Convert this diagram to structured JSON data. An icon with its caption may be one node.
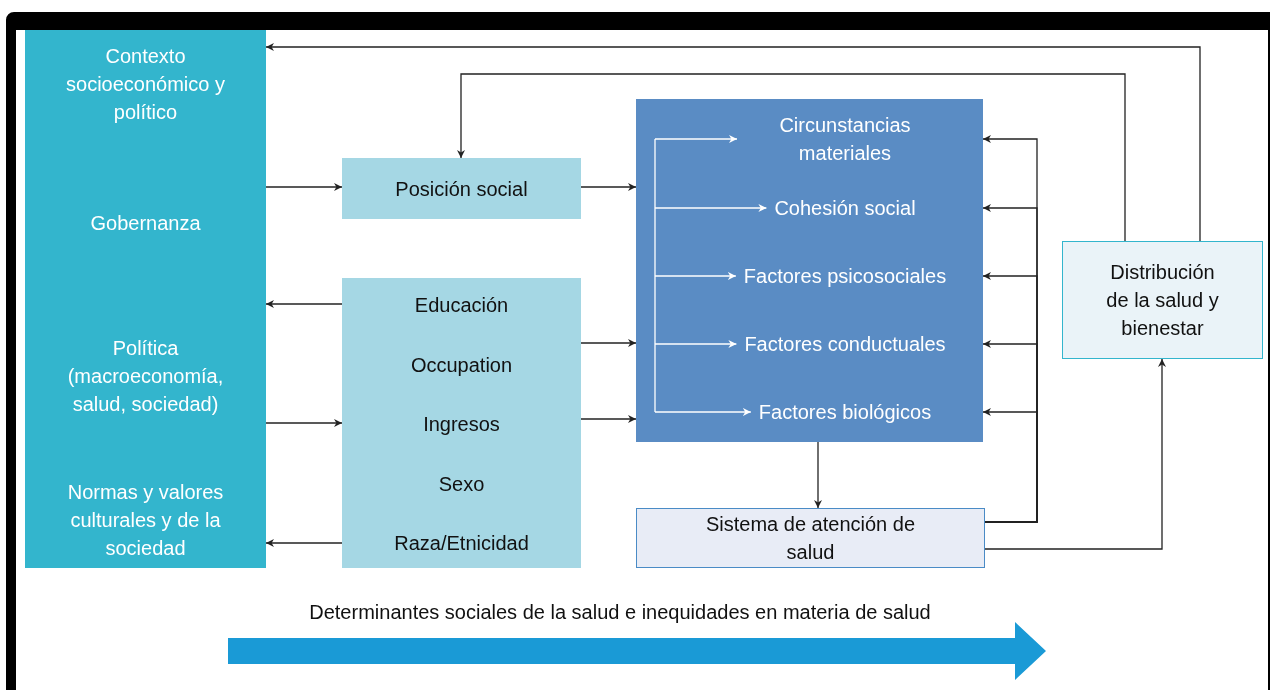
{
  "diagram": {
    "nodes": [
      {
        "text": [
          "Contexto socioeconómico y político",
          "Gobernanza",
          "Política (macroeconomía, salud, sociedad)",
          "Normas y valores culturales y de la sociedad"
        ]
      },
      {
        "text": [
          "Posición social"
        ]
      },
      {
        "text": [
          "Educación",
          "Occupation",
          "Ingresos",
          "Sexo",
          "Raza/Etnicidad"
        ]
      },
      {
        "text": [],
        "shape": "box"
      },
      {
        "text": [
          "Circunstancias materiales"
        ],
        "in": 3
      },
      {
        "text": [
          "Cohesión social"
        ],
        "in": 3
      },
      {
        "text": [
          "Factores psicosociales"
        ],
        "in": 3
      },
      {
        "text": [
          "Factores conductuales"
        ],
        "in": 3
      },
      {
        "text": [
          "Factores biológicos"
        ],
        "in": 3
      },
      {
        "text": [
          "Sistema de atención de salud"
        ]
      },
      {
        "text": [
          "Distribución de la salud y bienestar"
        ]
      }
    ],
    "edges": [
      {
        "from": 0,
        "to": 1,
        "arrow": "to"
      },
      {
        "from": 2,
        "to": 0,
        "arrow": "to"
      },
      {
        "from": 0,
        "to": 2,
        "arrow": "to"
      },
      {
        "from": 2,
        "to": 0,
        "arrow": "to"
      },
      {
        "from": 1,
        "to": 3,
        "arrow": "to"
      },
      {
        "from": 2,
        "to": 3,
        "arrow": "to"
      },
      {
        "from": 2,
        "to": 3,
        "arrow": "to"
      },
      {
        "from": null,
        "to": 4,
        "arrow": "to",
        "color": "#ffffff"
      },
      {
        "from": null,
        "to": 5,
        "arrow": "to",
        "color": "#ffffff"
      },
      {
        "from": null,
        "to": 6,
        "arrow": "to",
        "color": "#ffffff"
      },
      {
        "from": null,
        "to": 7,
        "arrow": "to",
        "color": "#ffffff"
      },
      {
        "from": null,
        "to": 8,
        "arrow": "to",
        "color": "#ffffff"
      },
      {
        "from": 3,
        "to": 9,
        "arrow": "to"
      },
      {
        "from": 9,
        "to": 4,
        "arrow": "to"
      },
      {
        "from": 9,
        "to": 5,
        "arrow": "to"
      },
      {
        "from": 9,
        "to": 6,
        "arrow": "to"
      },
      {
        "from": 9,
        "to": 7,
        "arrow": "to"
      },
      {
        "from": 9,
        "to": 8,
        "arrow": "to"
      },
      {
        "from": 9,
        "to": 10,
        "arrow": "to"
      },
      {
        "from": 10,
        "to": 0,
        "arrow": "to"
      },
      {
        "from": 10,
        "to": 1,
        "arrow": "to"
      }
    ],
    "labels": [
      "Determinantes sociales de la salud e inequidades en materia de salud"
    ]
  }
}
